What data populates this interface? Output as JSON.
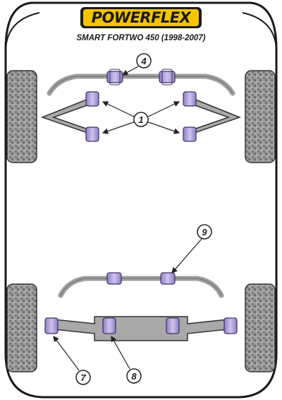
{
  "header": {
    "brand": "POWERFLEX",
    "vehicle": "SMART FORTWO 450 (1998-2007)"
  },
  "callouts": {
    "front_anti_roll_bar": "4",
    "front_wishbone": "1",
    "rear_anti_roll_bar": "9",
    "rear_outer": "7",
    "rear_subframe": "8"
  },
  "colors": {
    "bushing_purple": "#b7a6dc",
    "bushing_purple_dark": "#5a4a8a",
    "logo_yellow": "#f5c400",
    "metal_grey": "#a9a9a9",
    "tyre_grey": "#8c8c8c",
    "outline": "#222222"
  }
}
